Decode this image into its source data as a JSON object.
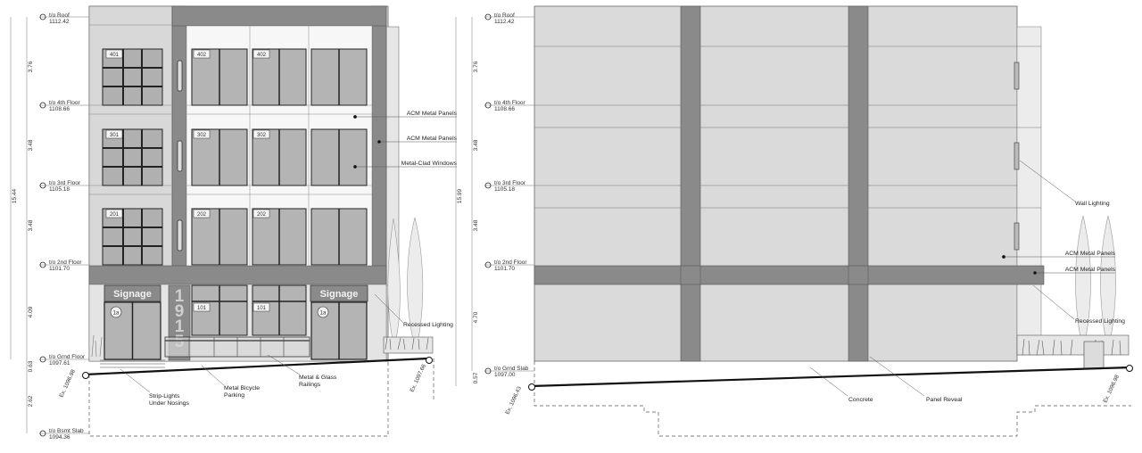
{
  "left_elevation": {
    "levels": [
      {
        "name": "t/o Roof",
        "value": "1112.42"
      },
      {
        "name": "t/o 4th Floor",
        "value": "1108.66"
      },
      {
        "name": "t/o 3rd Floor",
        "value": "1105.18"
      },
      {
        "name": "t/o 2nd Floor",
        "value": "1101.70"
      },
      {
        "name": "t/o Grnd Floor",
        "value": "1097.61"
      },
      {
        "name": "t/o Bsmt Slab",
        "value": "1094.36"
      }
    ],
    "dims": [
      "3.76",
      "3.48",
      "3.48",
      "4.09",
      "0.63",
      "2.62"
    ],
    "overall_dim": "15.44",
    "units": [
      "401",
      "402",
      "402",
      "301",
      "302",
      "302",
      "201",
      "202",
      "202",
      "101",
      "101"
    ],
    "signage": [
      "Signage",
      "Signage"
    ],
    "door_tags": [
      "1a",
      "1a"
    ],
    "address_digits": [
      "1",
      "9",
      "1",
      "5"
    ],
    "annotations": [
      "ACM Metal Panels",
      "ACM Metal Panels",
      "Metal-Clad Windows",
      "Recessed Lighting",
      "Strip-Lights\nUnder Nosings",
      "Metal Bicycle\nParking",
      "Metal & Glass\nRailings"
    ],
    "existing_grades": [
      "Ex. 1096.98",
      "Ex. 1097.66"
    ]
  },
  "right_elevation": {
    "levels": [
      {
        "name": "t/o Roof",
        "value": "1112.42"
      },
      {
        "name": "t/o 4th Floor",
        "value": "1108.66"
      },
      {
        "name": "t/o 3rd Floor",
        "value": "1105.18"
      },
      {
        "name": "t/o 2nd Floor",
        "value": "1101.70"
      },
      {
        "name": "t/o Grnd Slab",
        "value": "1097.00"
      }
    ],
    "dims": [
      "3.76",
      "3.48",
      "3.48",
      "4.70",
      "0.57"
    ],
    "overall_dim": "15.99",
    "annotations": [
      "Wall Lighting",
      "ACM Metal Panels",
      "ACM Metal Panels",
      "Recessed Lighting",
      "Concrete",
      "Panel Reveal"
    ],
    "existing_grades": [
      "Ex. 1096.43",
      "Ex. 1096.98"
    ]
  },
  "colors": {
    "panel_light": "#dcdcdc",
    "panel_dark": "#8a8a8a",
    "glass": "#b4b4b4",
    "line": "#555555"
  }
}
